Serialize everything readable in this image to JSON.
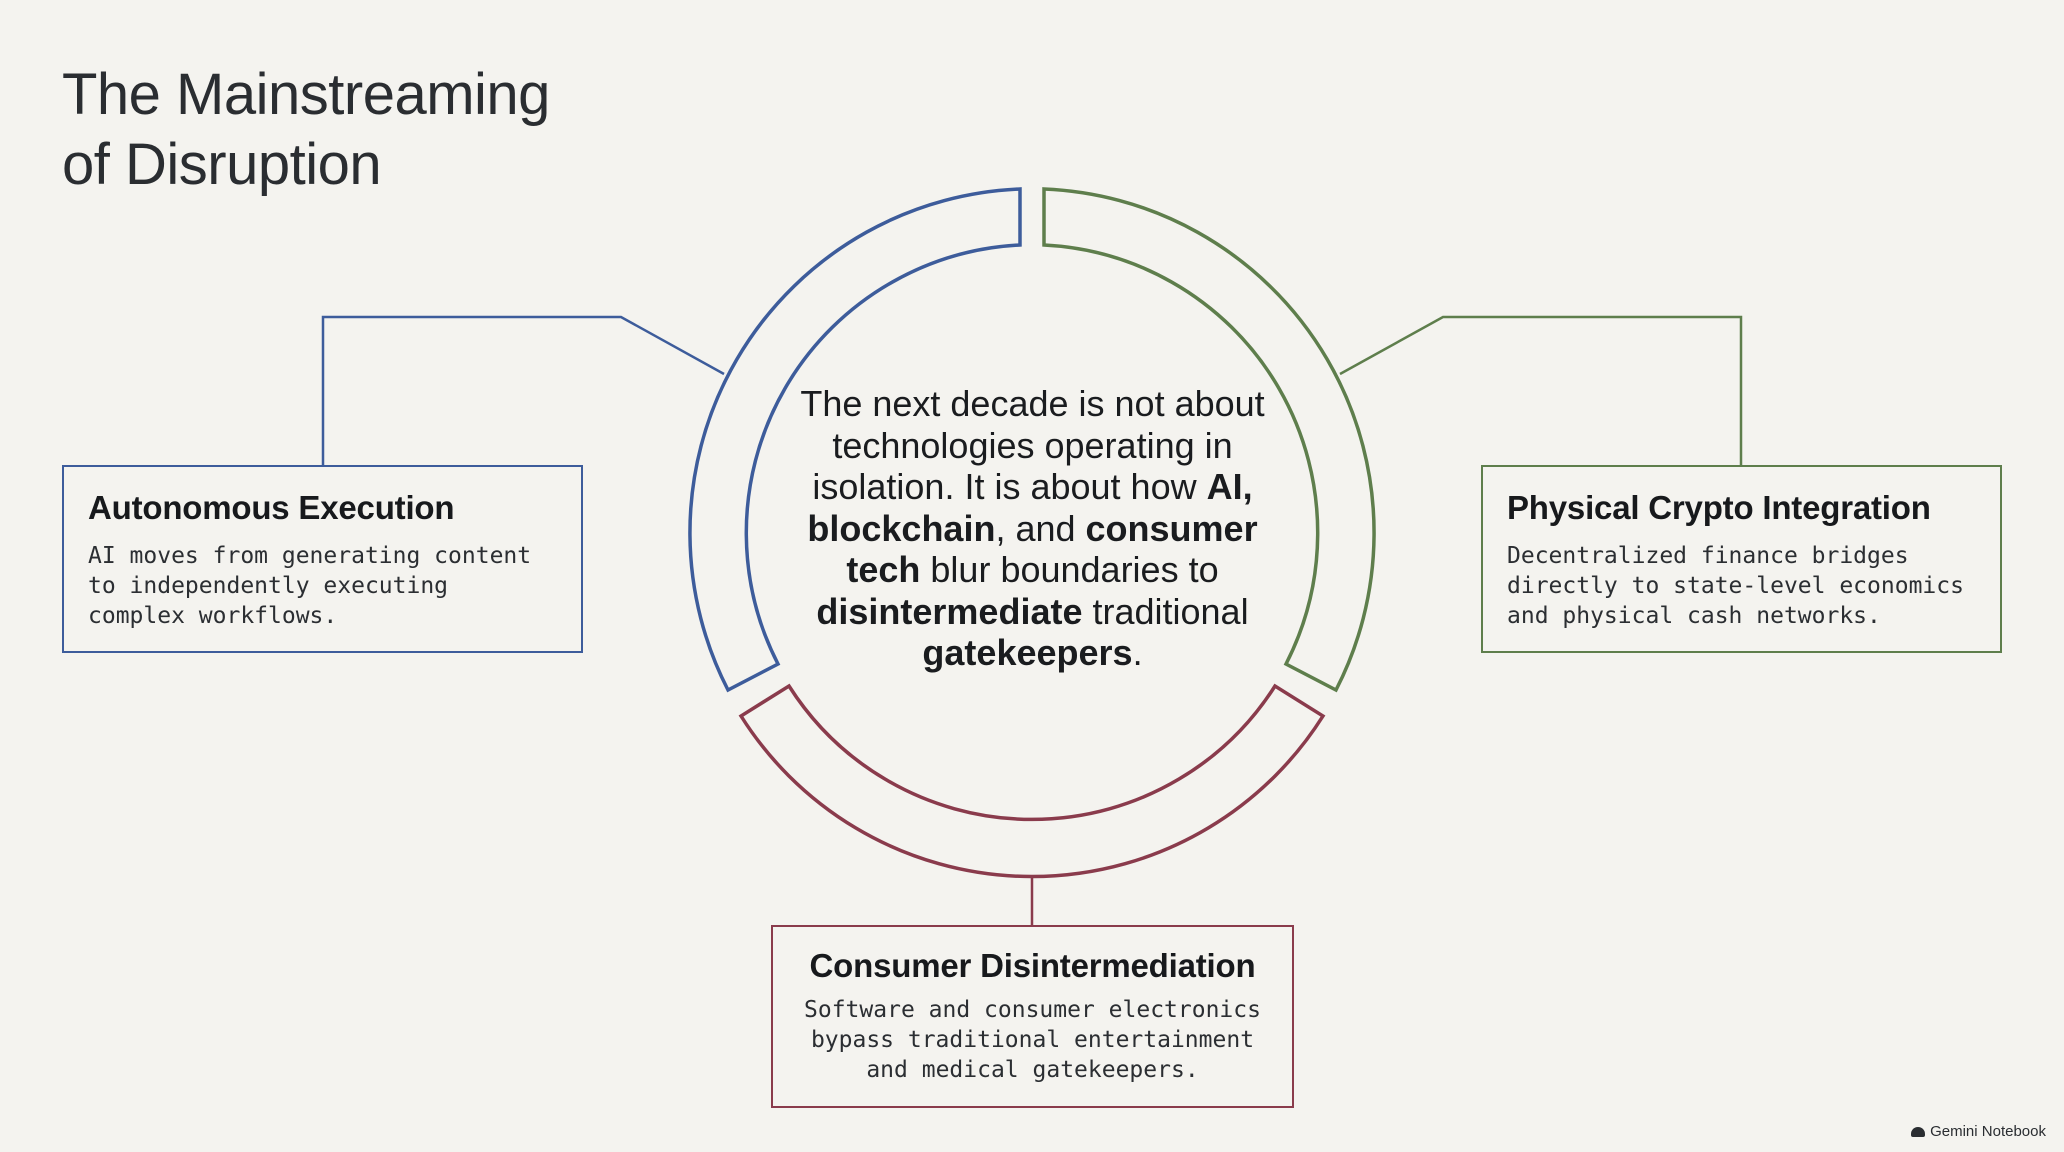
{
  "title": {
    "line1": "The Mainstreaming",
    "line2": "of Disruption"
  },
  "center": {
    "segments": [
      {
        "text": "The next decade is not about technologies operating in isolation. It is about how ",
        "bold": false
      },
      {
        "text": "AI, blockchain",
        "bold": true
      },
      {
        "text": ", and ",
        "bold": false
      },
      {
        "text": "consumer tech",
        "bold": true
      },
      {
        "text": " blur boundaries to ",
        "bold": false
      },
      {
        "text": "disintermediate",
        "bold": true
      },
      {
        "text": " traditional ",
        "bold": false
      },
      {
        "text": "gatekeepers",
        "bold": true
      },
      {
        "text": ".",
        "bold": false
      }
    ]
  },
  "boxes": {
    "left": {
      "title": "Autonomous Execution",
      "body": "AI moves from generating content\nto independently executing\ncomplex workflows."
    },
    "right": {
      "title": "Physical Crypto Integration",
      "body": "Decentralized finance bridges\ndirectly to state-level economics\nand physical cash networks."
    },
    "bottom": {
      "title": "Consumer Disintermediation",
      "body": "Software and consumer electronics\nbypass traditional entertainment\nand medical gatekeepers."
    }
  },
  "colors": {
    "blue": "#3d5c9b",
    "green": "#5e7e4c",
    "maroon": "#8a3b4c"
  },
  "brand": {
    "label": "Gemini Notebook",
    "icon": "notebook-logo-icon"
  }
}
